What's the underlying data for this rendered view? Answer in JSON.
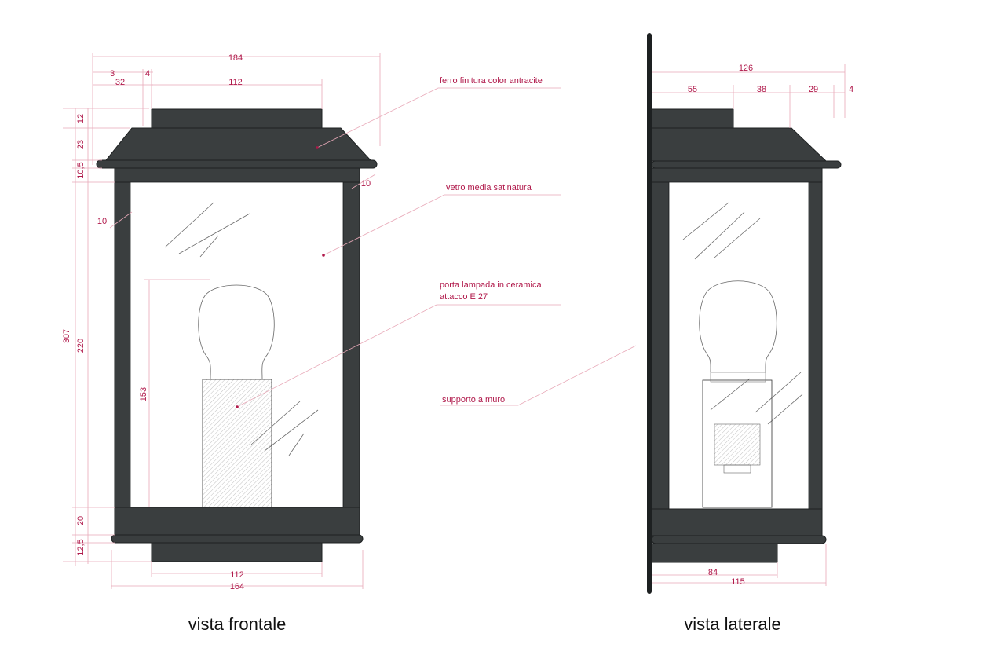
{
  "views": {
    "front": {
      "caption": "vista frontale",
      "dims": {
        "overall_width": "184",
        "d3": "3",
        "d32": "32",
        "d4": "4",
        "d112_top": "112",
        "d12": "12",
        "d23": "23",
        "d10_5": "10,5",
        "d10_a": "10",
        "d10_b": "10",
        "d307": "307",
        "d220": "220",
        "d153": "153",
        "d20": "20",
        "d12_5": "12,5",
        "d112_bottom": "112",
        "d164": "164"
      }
    },
    "side": {
      "caption": "vista laterale",
      "dims": {
        "d126": "126",
        "d55": "55",
        "d38": "38",
        "d29": "29",
        "d4": "4",
        "d84": "84",
        "d115": "115"
      }
    }
  },
  "notes": {
    "ferro": "ferro finitura color antracite",
    "vetro": "vetro media satinatura",
    "porta_line1": "porta lampada in ceramica",
    "porta_line2": "attacco E 27",
    "supporto": "supporto a muro"
  },
  "colors": {
    "metal": "#3a3e3f",
    "dimension": "#b0184a",
    "dimension_line": "#e8a9b8"
  }
}
